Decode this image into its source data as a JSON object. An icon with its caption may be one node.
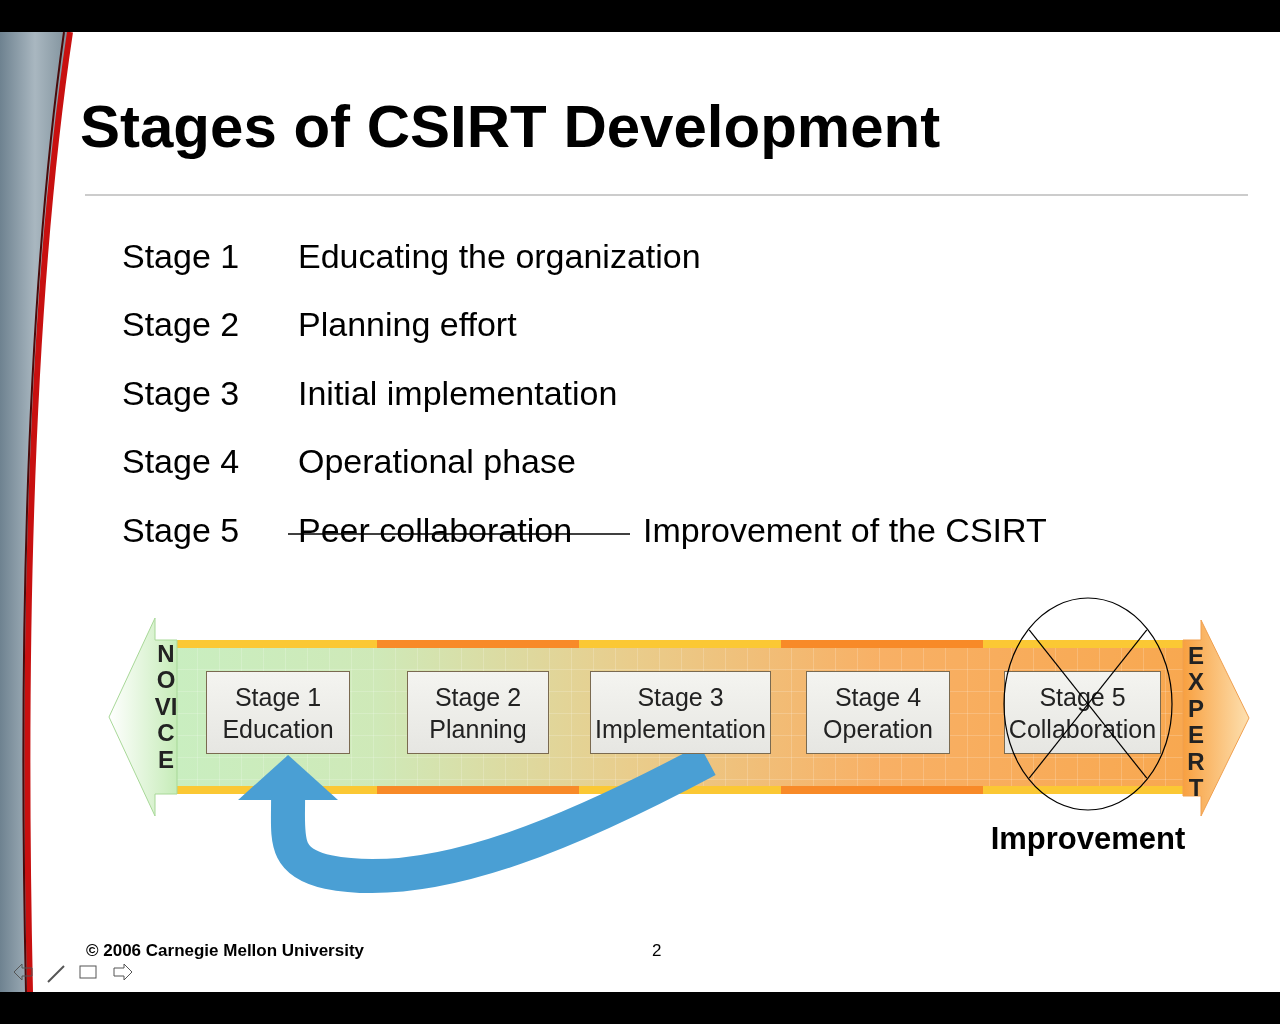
{
  "diagram": {
    "title": "Stages of CSIRT Development",
    "nodes": [
      {
        "text": [
          "NOVICE"
        ]
      },
      {
        "text": [
          "Stage 1 Education"
        ]
      },
      {
        "text": [
          "Stage 2 Planning"
        ]
      },
      {
        "text": [
          "Stage 3 Implementation"
        ]
      },
      {
        "text": [
          "Stage 4 Operation"
        ]
      },
      {
        "text": [],
        "shape": "circle",
        "beside": [
          "Improvement"
        ]
      },
      {
        "text": [
          "Stage 5 Collaboration"
        ],
        "in": 5
      },
      {
        "text": [
          "EXPERT"
        ]
      }
    ],
    "edges": [
      {
        "from": 3,
        "to": 1,
        "arrow": "to"
      }
    ],
    "labels": [
      "Stage 1",
      "Educating the organization",
      "Stage 2",
      "Planning effort",
      "Stage 3",
      "Initial implementation",
      "Stage 4",
      "Operational phase",
      "Stage 5",
      "Peer collaboration",
      "Improvement of the CSIRT",
      "© 2006 Carnegie Mellon University",
      "2"
    ]
  }
}
